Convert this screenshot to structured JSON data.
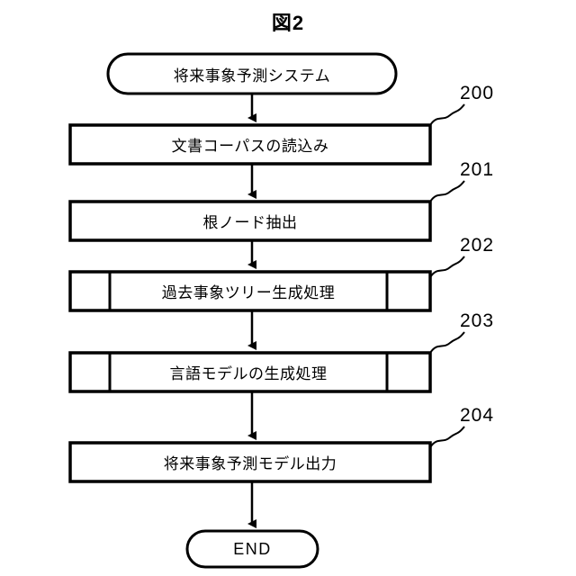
{
  "figure": {
    "title": "図2",
    "background_color": "#ffffff",
    "stroke_color": "#000000"
  },
  "flow": {
    "start": {
      "id": "start-terminal",
      "shape": "stadium",
      "label": "将来事象予測システム"
    },
    "steps": [
      {
        "id": "step-200",
        "shape": "process",
        "label": "文書コーパスの読込み",
        "ref": "200"
      },
      {
        "id": "step-201",
        "shape": "process",
        "label": "根ノード抽出",
        "ref": "201"
      },
      {
        "id": "step-202",
        "shape": "predefined-process",
        "label": "過去事象ツリー生成処理",
        "ref": "202"
      },
      {
        "id": "step-203",
        "shape": "predefined-process",
        "label": "言語モデルの生成処理",
        "ref": "203"
      },
      {
        "id": "step-204",
        "shape": "process",
        "label": "将来事象予測モデル出力",
        "ref": "204"
      }
    ],
    "end": {
      "id": "end-terminal",
      "shape": "stadium",
      "label": "END"
    }
  }
}
